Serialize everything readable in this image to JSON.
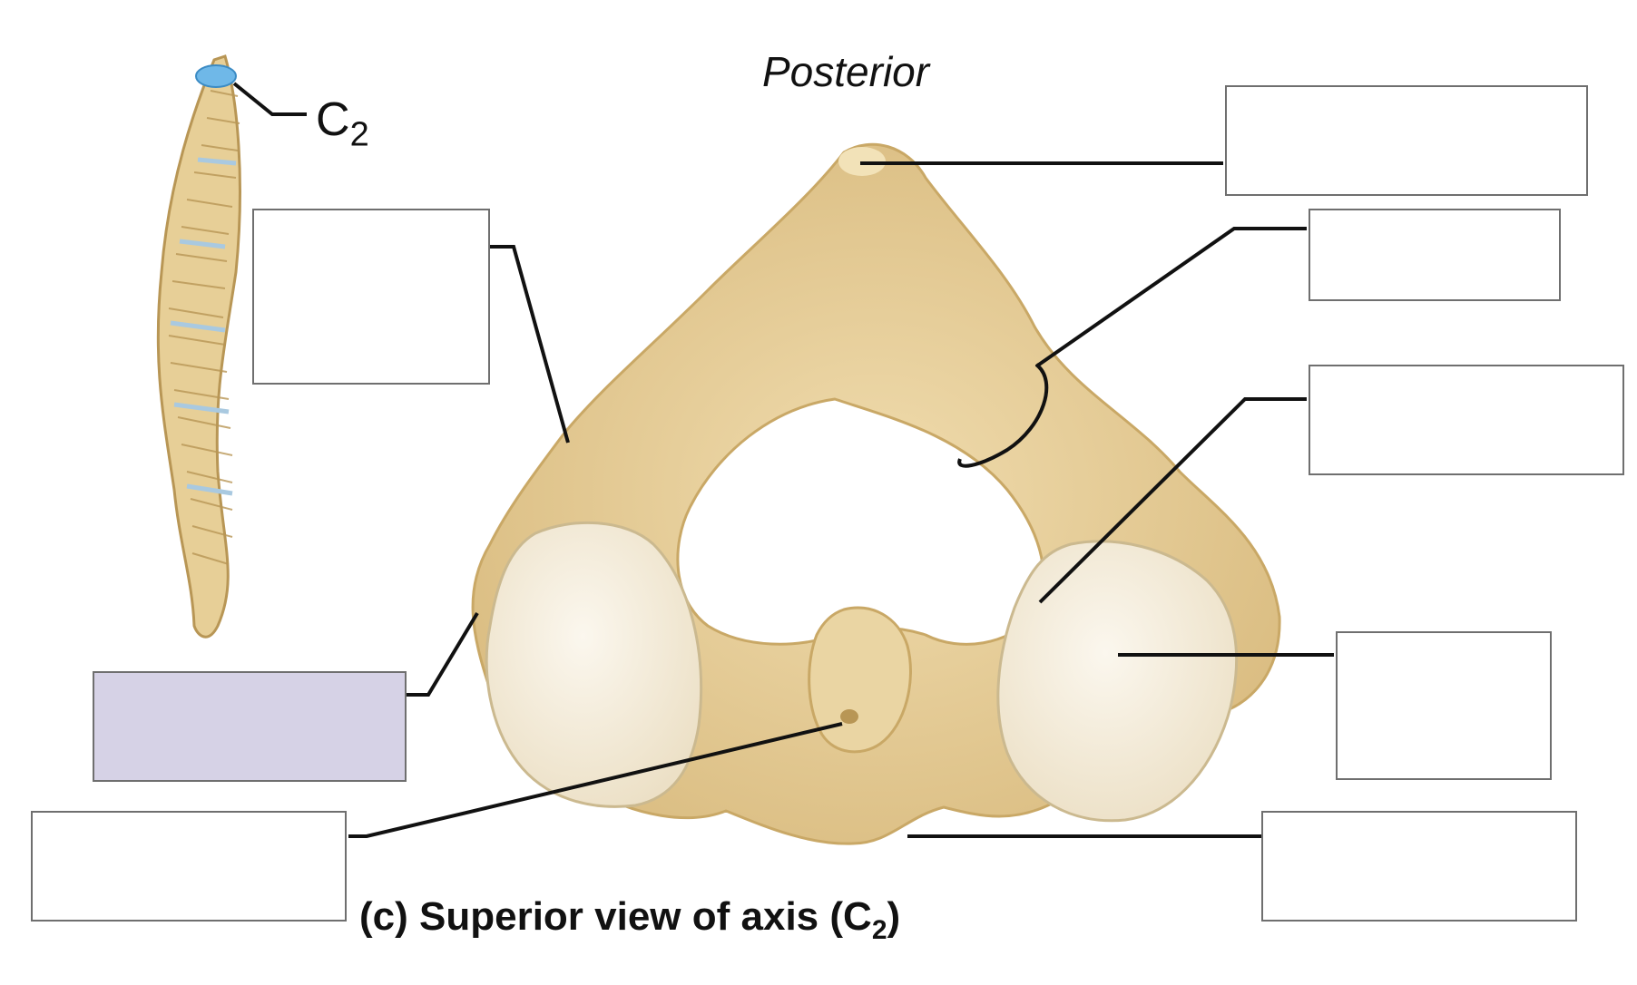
{
  "orientation_label": "Posterior",
  "vertebra_label": {
    "letter": "C",
    "number": "2"
  },
  "caption": {
    "before": "(c) Superior view of axis (C",
    "sub": "2",
    "after": ")"
  },
  "label_boxes": [
    {
      "name": "label-box-spinous-process",
      "state": "empty"
    },
    {
      "name": "label-box-lamina",
      "state": "empty"
    },
    {
      "name": "label-box-vertebral-foramen",
      "state": "empty"
    },
    {
      "name": "label-box-pedicle",
      "state": "empty"
    },
    {
      "name": "label-box-superior-articular-facet",
      "state": "empty"
    },
    {
      "name": "label-box-body",
      "state": "empty"
    },
    {
      "name": "label-box-transverse-process",
      "state": "empty"
    },
    {
      "name": "label-box-transverse-foramen",
      "state": "highlighted"
    },
    {
      "name": "label-box-dens",
      "state": "empty"
    }
  ],
  "colors": {
    "highlight_box": "#d6d2e6",
    "bone": "#e3cb95",
    "facet": "#f4ecdc",
    "vertebra_highlight": "#6fb8e8"
  }
}
